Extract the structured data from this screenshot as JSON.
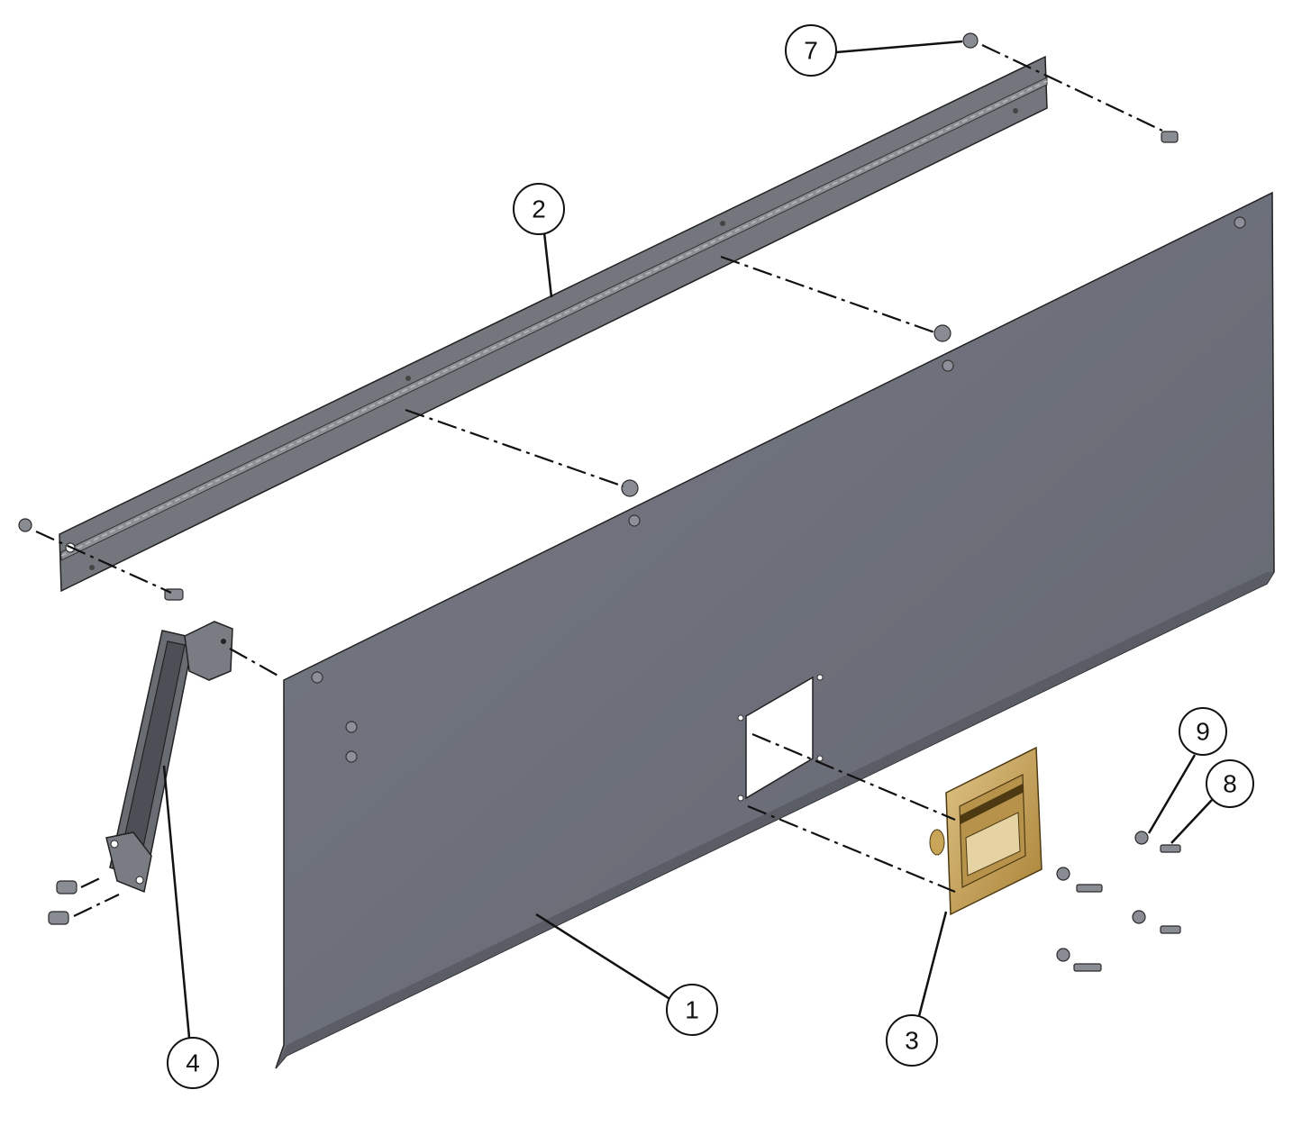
{
  "callouts": [
    {
      "id": "c1",
      "label": "1"
    },
    {
      "id": "c2",
      "label": "2"
    },
    {
      "id": "c3",
      "label": "3"
    },
    {
      "id": "c4",
      "label": "4"
    },
    {
      "id": "c7",
      "label": "7"
    },
    {
      "id": "c8",
      "label": "8"
    },
    {
      "id": "c9",
      "label": "9"
    }
  ],
  "colors": {
    "panel": "#6b6e79",
    "panel_edge": "#3d3f47",
    "hinge": "#74767d",
    "bracket": "#6a6c73",
    "latch": "#c9a55a",
    "latch_dark": "#8a6a2c"
  }
}
